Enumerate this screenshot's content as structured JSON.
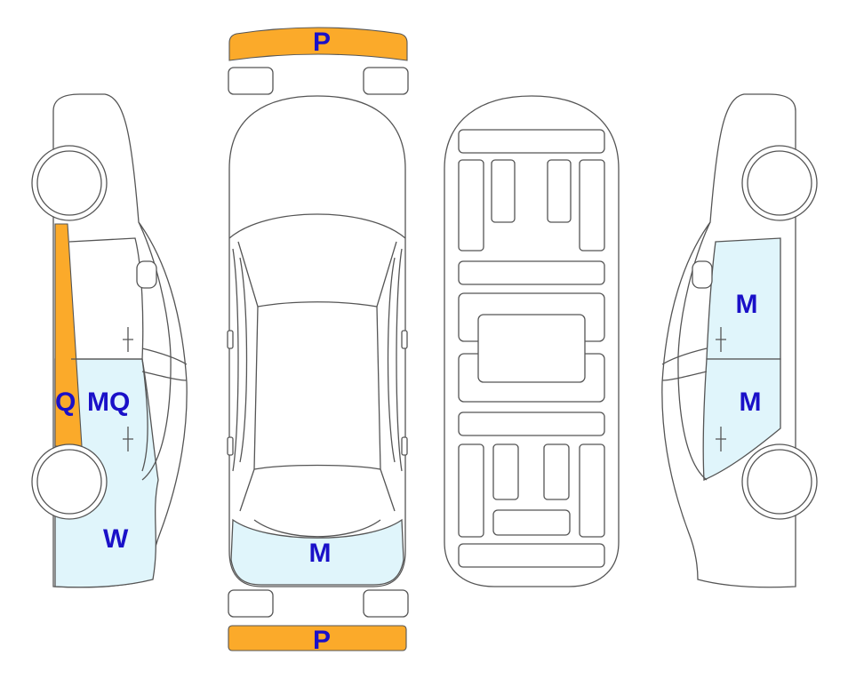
{
  "colors": {
    "label_text": "#1a10c8",
    "panel_highlight": "#e0f5fb",
    "bumper_highlight": "#fbaa2a",
    "outline": "#555555"
  },
  "labels": {
    "front_bumper": "P",
    "rear_bumper": "P",
    "top_rear_panel": "M",
    "left_side_pillar": "Q",
    "left_side_door": "MQ",
    "left_side_quarter": "W",
    "right_side_door_upper": "M",
    "right_side_door_lower": "M"
  }
}
